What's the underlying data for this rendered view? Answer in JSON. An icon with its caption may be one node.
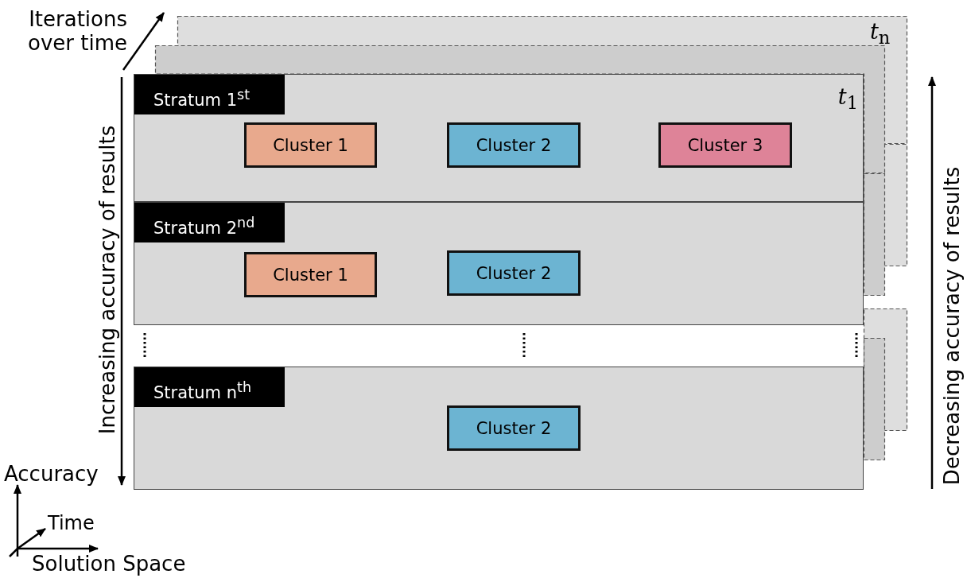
{
  "diagram": {
    "nodes": [
      {
        "text": [
          "Stratum 1$^{st}$",
          "*t*$_{1}$"
        ]
      },
      {
        "text": [
          "Cluster 1"
        ],
        "in": 0
      },
      {
        "text": [
          "Cluster 2"
        ],
        "in": 0
      },
      {
        "text": [
          "Cluster 3"
        ],
        "in": 0
      },
      {
        "text": [
          "Stratum 2$^{nd}$"
        ]
      },
      {
        "text": [
          "Cluster 1"
        ],
        "in": 4
      },
      {
        "text": [
          "Cluster 2"
        ],
        "in": 4
      },
      {
        "text": [
          "Stratum n$^{th}$"
        ]
      },
      {
        "text": [
          "Cluster 2"
        ],
        "in": 7
      }
    ],
    "edges": [],
    "labels": [
      "Iterations over time",
      "*t*$_{n}$",
      "Increasing accuracy of results",
      "Decreasing accuracy of results",
      "Accuracy",
      "Time",
      "Solution Space"
    ]
  }
}
